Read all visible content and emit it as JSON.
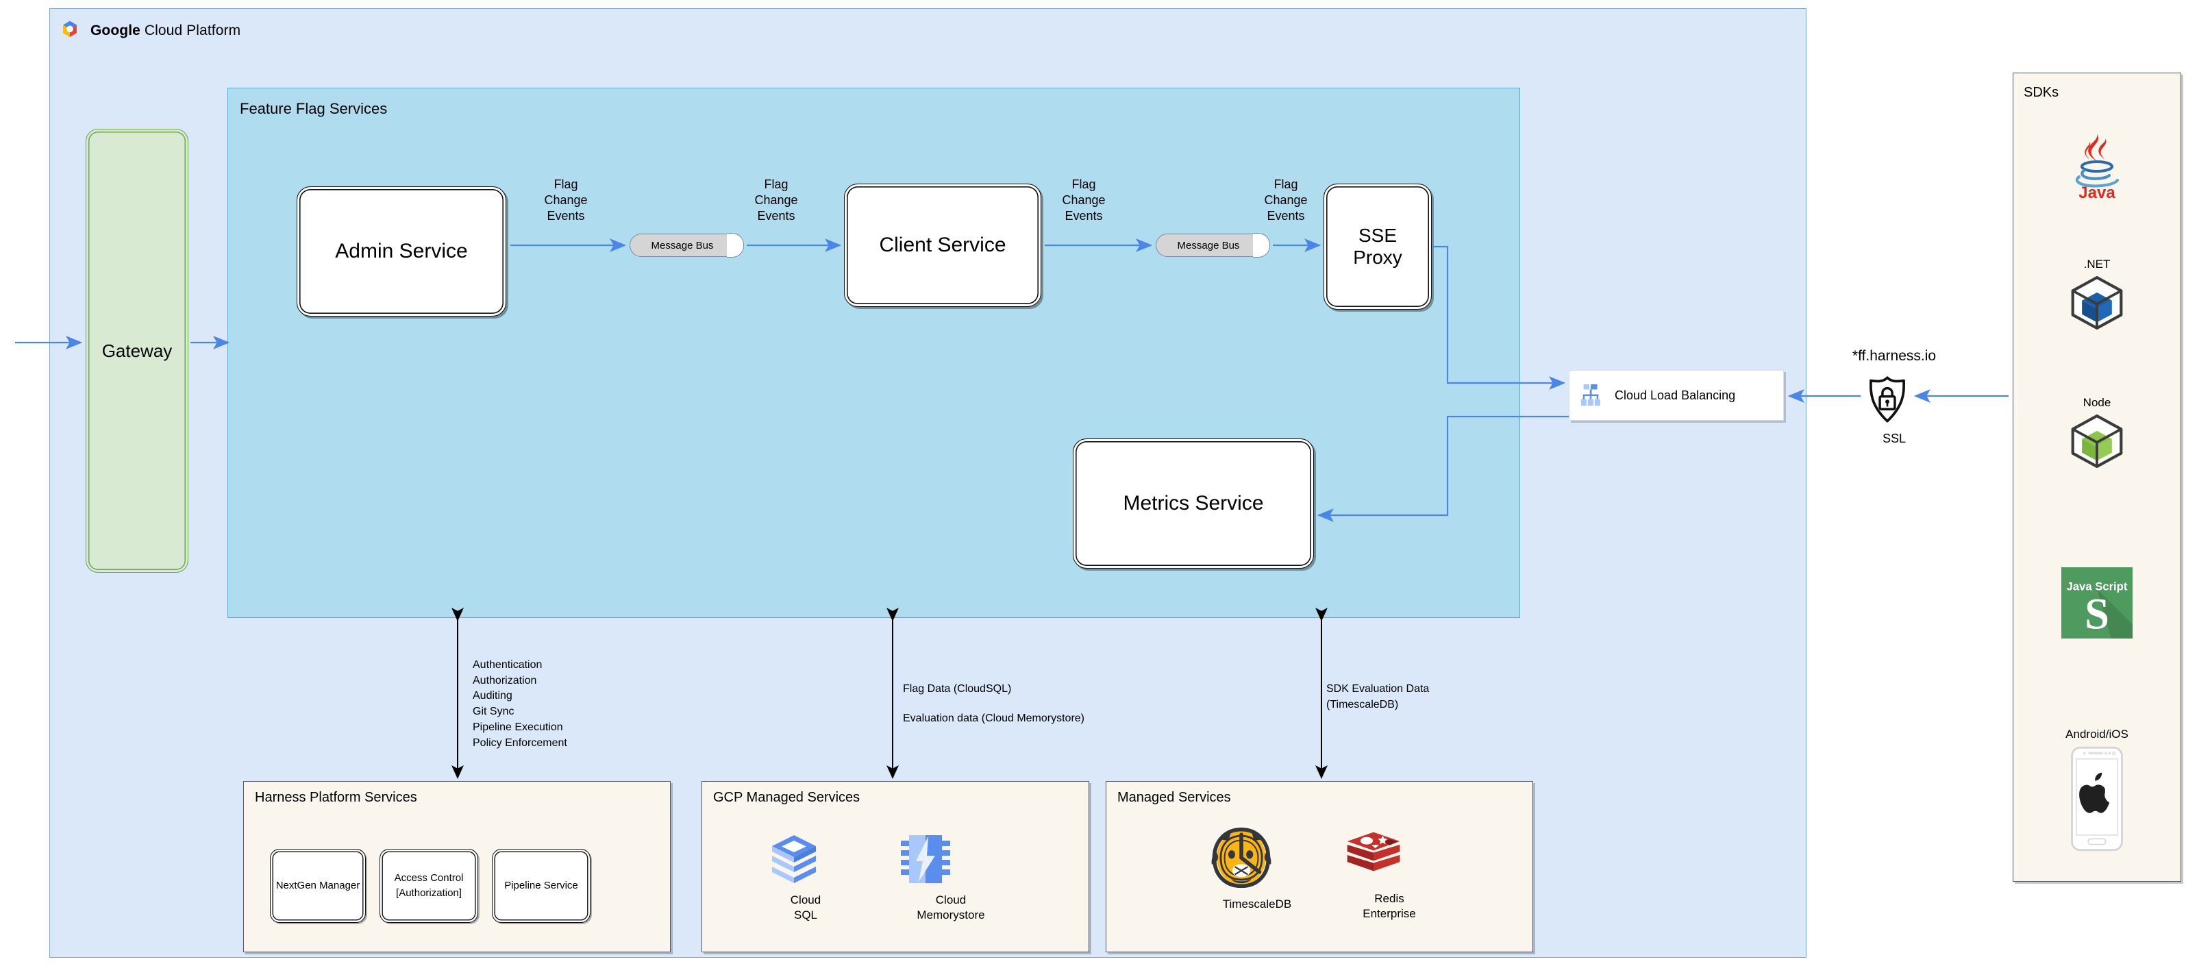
{
  "gcp": {
    "title_bold": "Google",
    "title_rest": " Cloud Platform",
    "panel_color": "#dae8fa"
  },
  "feature_flag_services": {
    "title": "Feature Flag Services",
    "panel_color": "#b0dcf0",
    "services": [
      {
        "name": "admin-service",
        "label": "Admin Service"
      },
      {
        "name": "client-service",
        "label": "Client Service"
      },
      {
        "name": "sse-proxy",
        "label": "SSE\nProxy",
        "line1": "SSE",
        "line2": "Proxy"
      },
      {
        "name": "metrics-service",
        "label": "Metrics Service"
      }
    ],
    "message_buses": [
      {
        "label": "Message Bus"
      },
      {
        "label": "Message Bus"
      }
    ],
    "edge_labels": [
      {
        "line1": "Flag",
        "line2": "Change",
        "line3": "Events"
      },
      {
        "line1": "Flag",
        "line2": "Change",
        "line3": "Events"
      },
      {
        "line1": "Flag",
        "line2": "Change",
        "line3": "Events"
      },
      {
        "line1": "Flag",
        "line2": "Change",
        "line3": "Events"
      }
    ]
  },
  "gateway": {
    "label": "Gateway",
    "fill": "#d9ead3",
    "stroke": "#6aa84f"
  },
  "load_balancer": {
    "label": "Cloud Load Balancing",
    "icon": "load-balancer-icon"
  },
  "ingress": {
    "domain": "*ff.harness.io",
    "ssl_label": "SSL",
    "ssl_icon": "ssl-shield-lock-icon"
  },
  "annotations": {
    "platform": [
      "Authentication",
      "Authorization",
      "Auditing",
      "Git Sync",
      "Pipeline Execution",
      "Policy Enforcement"
    ],
    "data_line_1": "Flag Data (CloudSQL)",
    "data_line_2": "Evaluation data (Cloud Memorystore)",
    "metrics_line_1": "SDK Evaluation Data",
    "metrics_line_2": "(TimescaleDB)"
  },
  "bottom_panels": [
    {
      "name": "harness-platform-services",
      "title": "Harness Platform Services",
      "items": [
        {
          "label": "NextGen Manager",
          "line1": "NextGen Manager",
          "line2": ""
        },
        {
          "label": "Access Control [Authorization]",
          "line1": "Access Control",
          "line2": "[Authorization]"
        },
        {
          "label": "Pipeline Service",
          "line1": "Pipeline Service",
          "line2": ""
        }
      ]
    },
    {
      "name": "gcp-managed-services",
      "title": "GCP Managed Services",
      "items": [
        {
          "icon": "cloud-sql-icon",
          "line1": "Cloud",
          "line2": "SQL"
        },
        {
          "icon": "cloud-memorystore-icon",
          "line1": "Cloud",
          "line2": "Memorystore"
        }
      ]
    },
    {
      "name": "managed-services",
      "title": "Managed Services",
      "items": [
        {
          "icon": "timescaledb-tiger-icon",
          "line1": "TimescaleDB",
          "line2": ""
        },
        {
          "icon": "redis-icon",
          "line1": "Redis",
          "line2": "Enterprise"
        }
      ]
    }
  ],
  "sdks": {
    "title": "SDKs",
    "items": [
      {
        "name": "java-sdk",
        "label": "Java",
        "icon": "java-logo-icon",
        "label_position": "below"
      },
      {
        "name": "dotnet-sdk",
        "label": ".NET",
        "icon": "dotnet-cube-icon",
        "label_position": "above"
      },
      {
        "name": "node-sdk",
        "label": "Node",
        "icon": "node-cube-icon",
        "label_position": "above"
      },
      {
        "name": "javascript-sdk",
        "label": "Java Script",
        "icon": "javascript-logo-icon",
        "label_position": "inside"
      },
      {
        "name": "mobile-sdk",
        "label": "Android/iOS",
        "icon": "mobile-apple-icon",
        "label_position": "above"
      }
    ]
  },
  "colors": {
    "arrow_blue": "#4a86e8",
    "arrow_black": "#000000",
    "panel_cream": "#faf6ed",
    "redis_red": "#c6302b",
    "timescale_orange": "#fdb515",
    "java_red": "#e76f00",
    "js_green": "#4e9a5f"
  }
}
